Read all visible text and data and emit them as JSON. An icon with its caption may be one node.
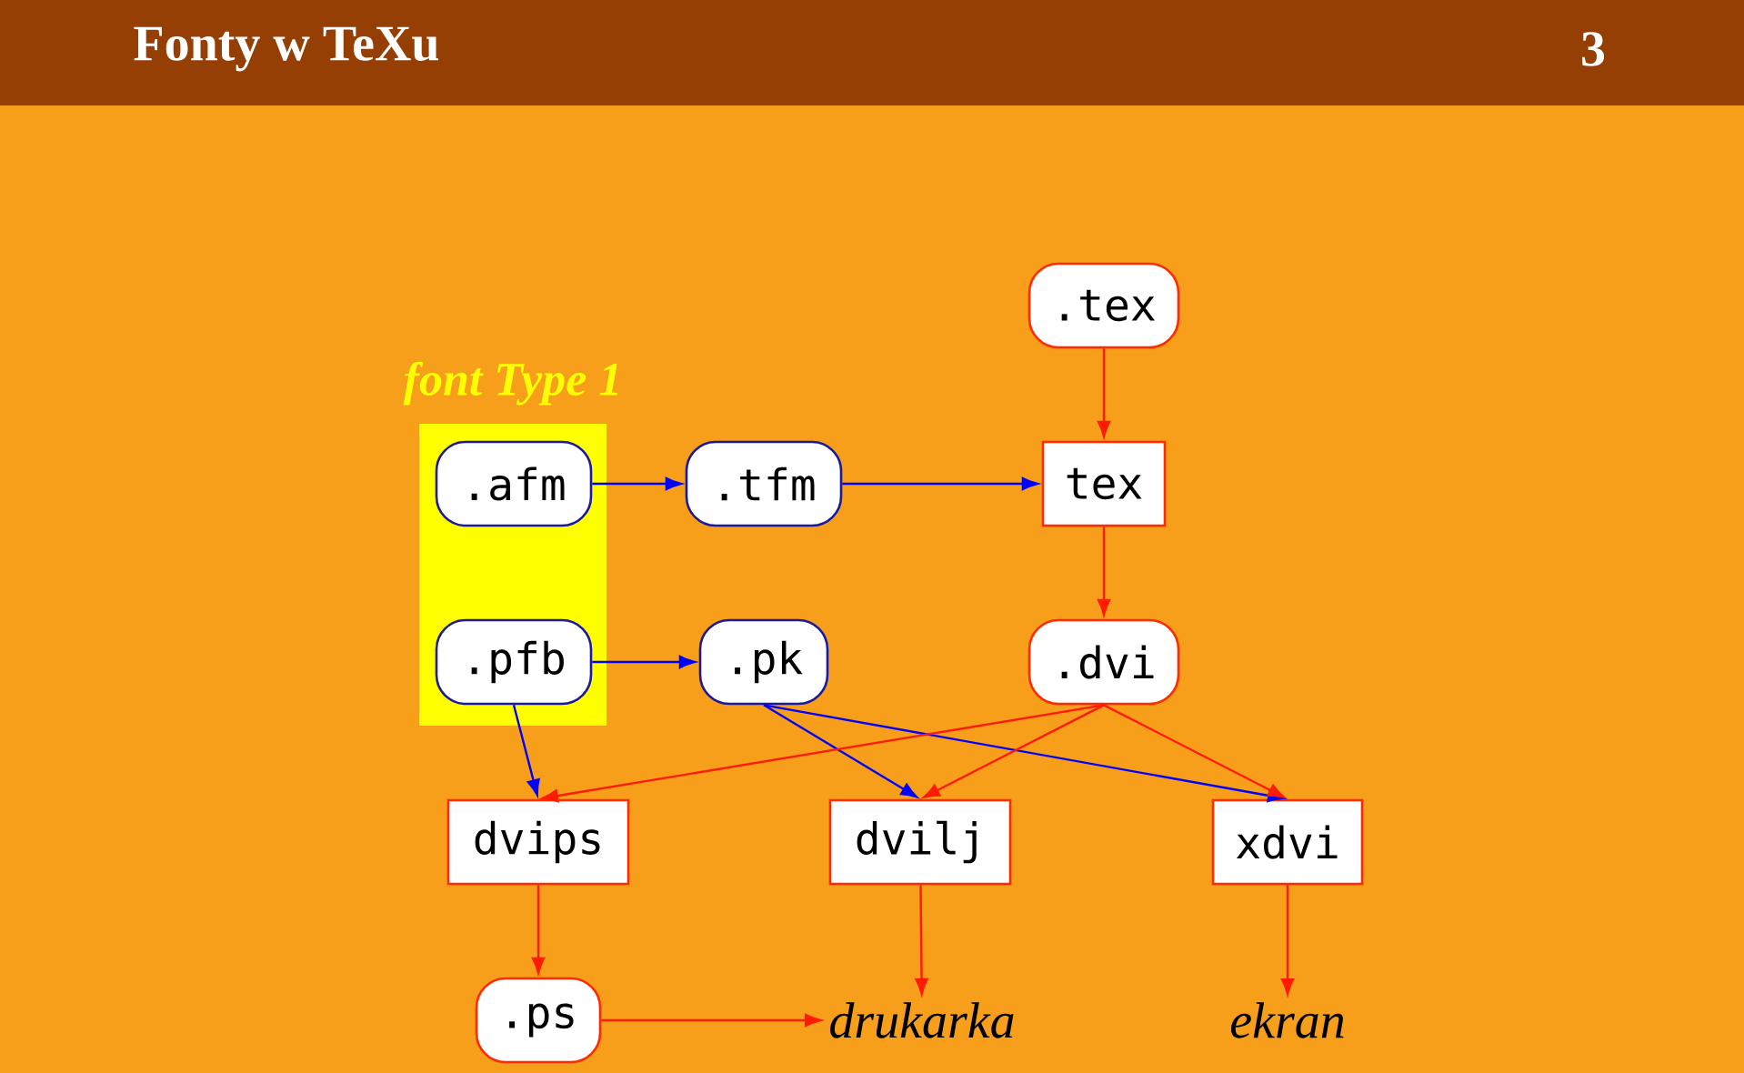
{
  "diagram": {
    "title": "Fonty w TeXu",
    "nodes": [
      {
        "text": [
          "font Type 1"
        ]
      },
      {
        "text": [
          ".tex"
        ]
      },
      {
        "text": [
          ".afm"
        ],
        "in": 0
      },
      {
        "text": [
          ".tfm"
        ]
      },
      {
        "text": [
          "tex"
        ]
      },
      {
        "text": [
          ".pfb"
        ],
        "in": 0
      },
      {
        "text": [
          ".pk"
        ]
      },
      {
        "text": [
          ".dvi"
        ]
      },
      {
        "text": [
          "dvips"
        ]
      },
      {
        "text": [
          "dvilj"
        ]
      },
      {
        "text": [
          "xdvi"
        ]
      },
      {
        "text": [
          ".ps"
        ]
      },
      {
        "text": [
          "drukarka"
        ]
      },
      {
        "text": [
          "ekran"
        ]
      }
    ],
    "edges": [
      {
        "from": 1,
        "to": 4,
        "arrow": "to"
      },
      {
        "from": 2,
        "to": 3,
        "arrow": "to",
        "color": "#0000ff"
      },
      {
        "from": 3,
        "to": 4,
        "arrow": "to",
        "color": "#0000ff"
      },
      {
        "from": 4,
        "to": 7,
        "arrow": "to"
      },
      {
        "from": 5,
        "to": 6,
        "arrow": "to",
        "color": "#0000ff"
      },
      {
        "from": 5,
        "to": 8,
        "arrow": "to",
        "color": "#0000ff"
      },
      {
        "from": 6,
        "to": 9,
        "arrow": "to",
        "color": "#0000ff"
      },
      {
        "from": 6,
        "to": 10,
        "arrow": "to",
        "color": "#0000ff"
      },
      {
        "from": 7,
        "to": 8,
        "arrow": "to"
      },
      {
        "from": 7,
        "to": 9,
        "arrow": "to"
      },
      {
        "from": 7,
        "to": 10,
        "arrow": "to"
      },
      {
        "from": 8,
        "to": 11,
        "arrow": "to"
      },
      {
        "from": 9,
        "to": 12,
        "arrow": "to"
      },
      {
        "from": 10,
        "to": 13,
        "arrow": "to"
      },
      {
        "from": 11,
        "to": 12,
        "arrow": "to"
      }
    ],
    "labels": [
      "3"
    ]
  }
}
